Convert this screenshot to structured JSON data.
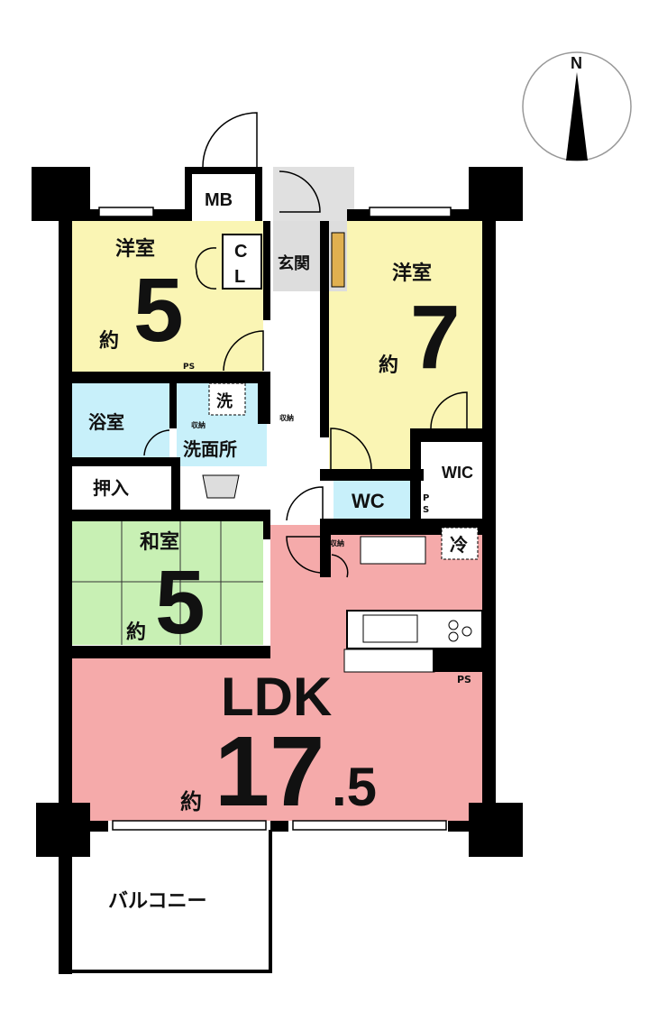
{
  "compass": {
    "north_label": "N"
  },
  "rooms": {
    "western1": {
      "name": "洋室",
      "approx": "約",
      "size": "5"
    },
    "western2": {
      "name": "洋室",
      "approx": "約",
      "size": "7"
    },
    "japanese": {
      "name": "和室",
      "approx": "約",
      "size": "5"
    },
    "ldk": {
      "name": "LDK",
      "approx": "約",
      "size": "17",
      "size_decimal": ".5"
    },
    "bath": {
      "name": "浴室"
    },
    "washroom": {
      "name": "洗面所"
    },
    "washer": {
      "name": "洗"
    },
    "oshiire": {
      "name": "押入"
    },
    "genkan": {
      "name": "玄関"
    },
    "mb": {
      "name": "MB"
    },
    "cl_c": "C",
    "cl_l": "L",
    "wc": {
      "name": "WC"
    },
    "wic": {
      "name": "WIC"
    },
    "fridge": {
      "name": "冷"
    },
    "balcony": {
      "name": "バルコニー"
    },
    "storage1": "収納",
    "storage2": "収納",
    "storage3": "収納",
    "ps1": "PS",
    "ps2": "PS",
    "ps3_p": "P",
    "ps3_s": "S"
  },
  "colors": {
    "western": "#faf5b4",
    "wet": "#c8f0fa",
    "japanese": "#c8f0b4",
    "ldk": "#f5aaaa",
    "wall": "#000000"
  }
}
